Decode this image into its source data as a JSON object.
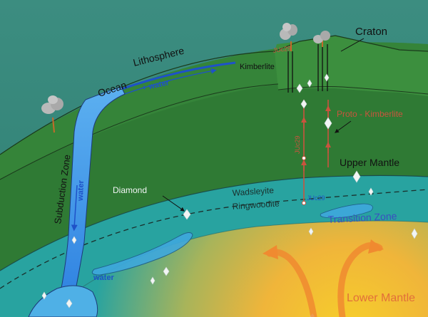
{
  "labels": {
    "lithosphere": "Lithosphere",
    "ocean": "Ocean",
    "water_surface": "+ water",
    "subduction_zone": "Subduction Zone",
    "water_slab": "water",
    "water_pool": "water",
    "kimberlite": "Kimberlite",
    "craton": "Craton",
    "proto_kimberlite": "Proto - Kimberlite",
    "upper_mantle": "Upper Mantle",
    "diamond": "Diamond",
    "wadsleyite": "Wadsleyite",
    "ringwoodite": "Ringwoodite",
    "transition_zone": "Transition Zone",
    "lower_mantle": "Lower Mantle",
    "sample_top": "JUc29",
    "sample_vertical": "JUc29",
    "sample_boundary": "JUc29"
  },
  "colors": {
    "sky": "#3a8a7e",
    "lithosphere": "#2f7a34",
    "upper_mantle": "#2f7a34",
    "transition_zone": "#28a3a0",
    "lower_mantle_core": "#f2b830",
    "slab_water": "#3f8ee8",
    "proto_kimberlite": "#c96a52",
    "transition_label": "#3b4fc0",
    "lower_mantle_label": "#e26f3a"
  }
}
